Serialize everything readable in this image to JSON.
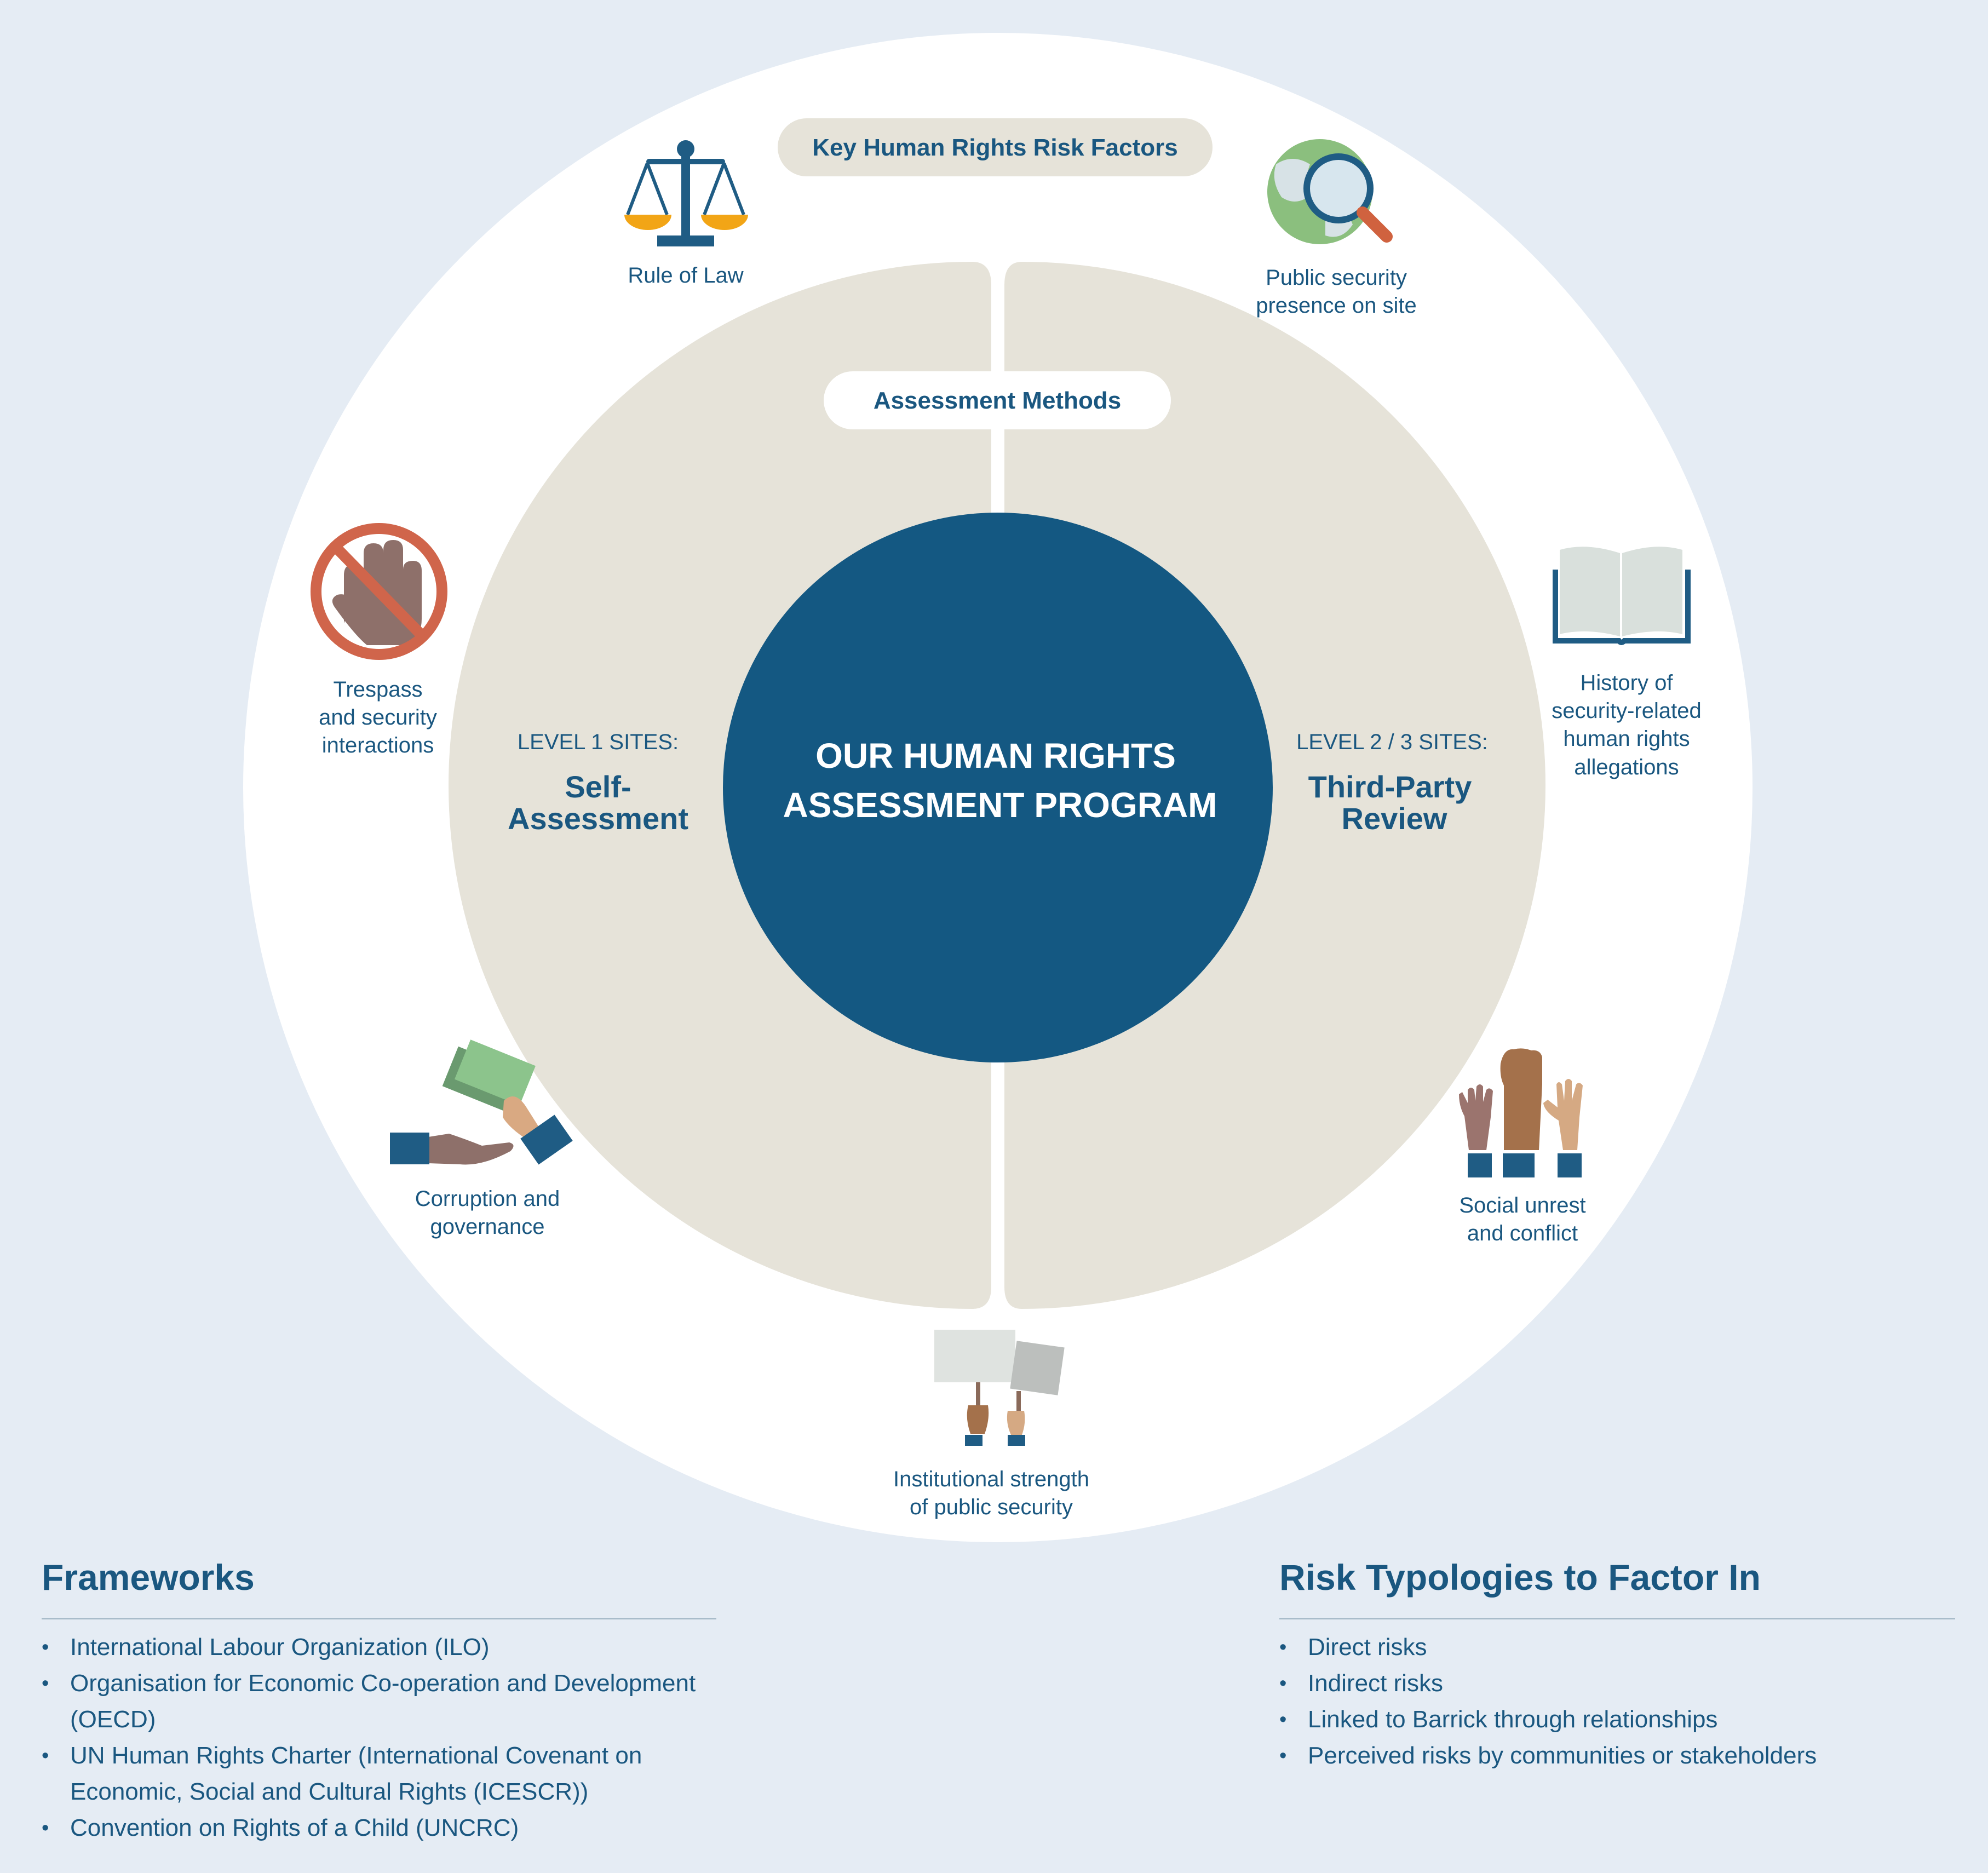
{
  "header": {
    "risk_factors_label": "Key Human Rights Risk Factors"
  },
  "methods": {
    "label": "Assessment Methods",
    "left": {
      "level": "LEVEL 1 SITES:",
      "title_line1": "Self-",
      "title_line2": "Assessment"
    },
    "right": {
      "level": "LEVEL 2 / 3 SITES:",
      "title_line1": "Third-Party",
      "title_line2": "Review"
    }
  },
  "center": {
    "line1": "OUR HUMAN RIGHTS",
    "line2": "ASSESSMENT PROGRAM"
  },
  "risk_factors": [
    {
      "icon": "scales-icon",
      "lines": [
        "Rule of Law"
      ]
    },
    {
      "icon": "globe-magnifier-icon",
      "lines": [
        "Public security",
        "presence on site"
      ]
    },
    {
      "icon": "stop-hand-icon",
      "lines": [
        "Trespass",
        "and security",
        "interactions"
      ]
    },
    {
      "icon": "open-book-icon",
      "lines": [
        "History of",
        "security-related",
        "human rights",
        "allegations"
      ]
    },
    {
      "icon": "money-handover-icon",
      "lines": [
        "Corruption and",
        "governance"
      ]
    },
    {
      "icon": "raised-hands-icon",
      "lines": [
        "Social unrest",
        "and conflict"
      ]
    },
    {
      "icon": "protest-signs-icon",
      "lines": [
        "Institutional strength",
        "of public security"
      ]
    }
  ],
  "frameworks": {
    "title": "Frameworks",
    "items": [
      "International Labour Organization (ILO)",
      "Organisation for Economic Co-operation and Development (OECD)",
      "UN Human Rights Charter (International Covenant on Economic, Social and Cultural Rights (ICESCR))",
      "Convention on Rights of a Child (UNCRC)"
    ]
  },
  "risk_typologies": {
    "title": "Risk Typologies to Factor In",
    "items": [
      "Direct risks",
      "Indirect risks",
      "Linked to Barrick through relationships",
      "Perceived risks by communities or stakeholders"
    ]
  },
  "colors": {
    "background": "#e5ecf4",
    "ring": "#ffffff",
    "beige": "#e6e3d9",
    "center_blue": "#145882",
    "text_blue": "#1a5780"
  }
}
